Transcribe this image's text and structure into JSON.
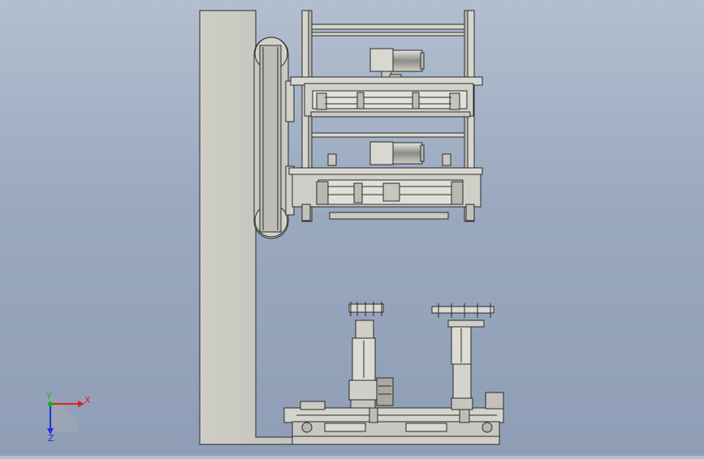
{
  "viewport": {
    "background_top": "#b3bfd0",
    "background_bottom": "#8f9eb6"
  },
  "triad": {
    "x_label": "X",
    "y_label": "Y",
    "z_label": "Z",
    "x_color": "#e02020",
    "y_color": "#20b020",
    "z_color": "#2030e0"
  },
  "model": {
    "line_color": "#2a2a2a",
    "part_fill": "#c8c8c0",
    "frame_fill": "#d6d6cf",
    "motor_fill": "#9a9a94"
  }
}
